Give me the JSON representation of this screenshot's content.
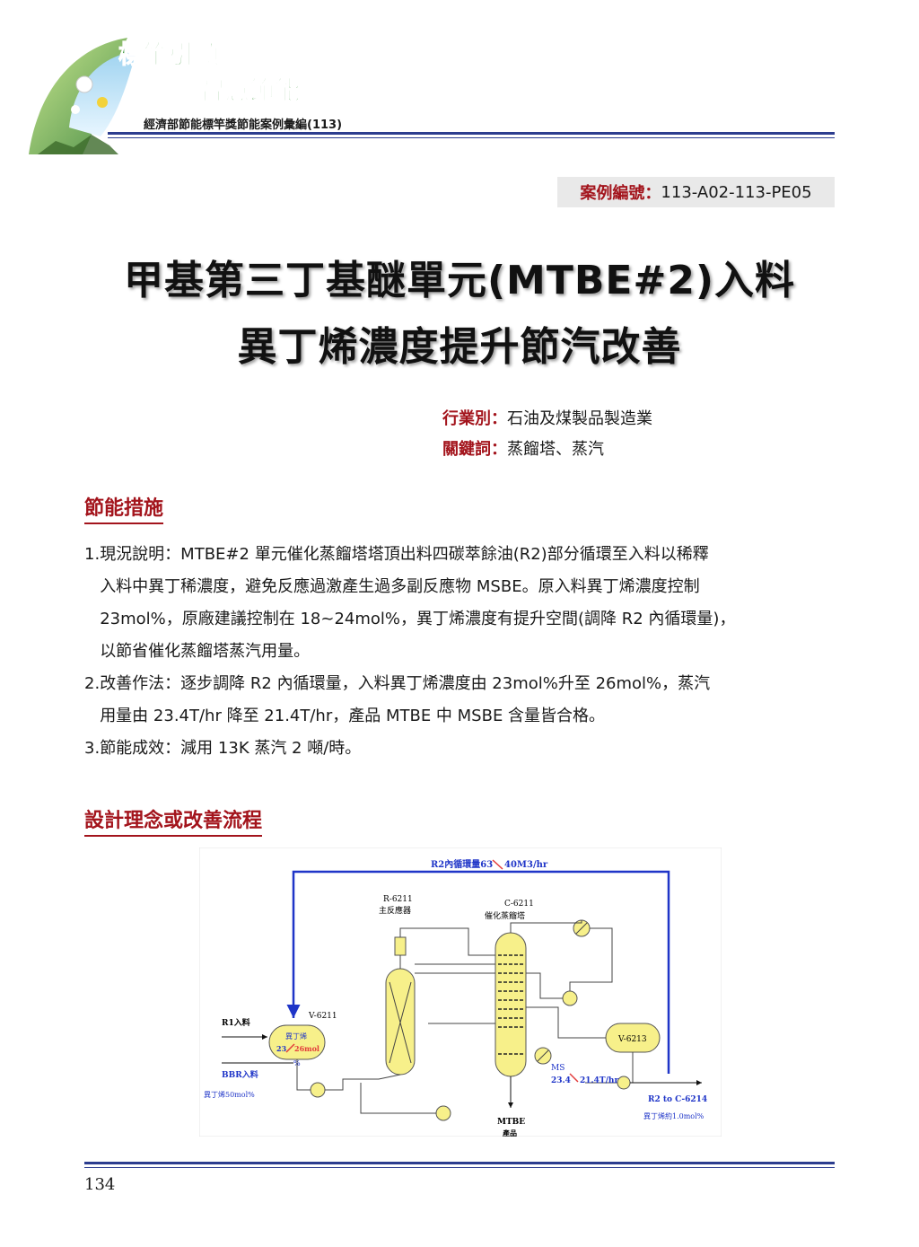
{
  "header": {
    "logo_line1": "標竿引領",
    "logo_line2": "智慧節能",
    "subtitle": "經濟部節能標竿獎節能案例彙編(113)"
  },
  "case": {
    "label": "案例編號：",
    "value": "113-A02-113-PE05"
  },
  "title": {
    "line1": "甲基第三丁基醚單元(MTBE#2)入料",
    "line2": "異丁烯濃度提升節汽改善"
  },
  "meta": {
    "industry_label": "行業別：",
    "industry_value": "石油及煤製品製造業",
    "keywords_label": "關鍵詞：",
    "keywords_value": "蒸餾塔、蒸汽"
  },
  "sections": {
    "measures": "節能措施",
    "design": "設計理念或改善流程"
  },
  "items": [
    {
      "num": "1.",
      "lines": [
        "現況說明：MTBE#2 單元催化蒸餾塔塔頂出料四碳萃餘油(R2)部分循環至入料以稀釋",
        "入料中異丁稀濃度，避免反應過激產生過多副反應物 MSBE。原入料異丁烯濃度控制",
        "23mol%，原廠建議控制在 18~24mol%，異丁烯濃度有提升空間(調降 R2 內循環量)，",
        "以節省催化蒸餾塔蒸汽用量。"
      ]
    },
    {
      "num": "2.",
      "lines": [
        "改善作法：逐步調降 R2 內循環量，入料異丁烯濃度由 23mol%升至 26mol%，蒸汽",
        "用量由 23.4T/hr 降至 21.4T/hr，產品 MTBE 中 MSBE 含量皆合格。"
      ]
    },
    {
      "num": "3.",
      "lines": [
        "節能成效：減用 13K 蒸汽 2 噸/時。"
      ]
    }
  ],
  "diagram": {
    "recycle_label_a": "R2內循環量63",
    "recycle_label_b": "40M3/hr",
    "reactor_tag": "R-6211",
    "reactor_name": "主反應器",
    "column_tag": "C-6211",
    "column_name": "催化蒸餾塔",
    "drum_tag": "V-6211",
    "drum_content": "異丁烯",
    "drum_value_a": "23",
    "drum_value_b": "26mol",
    "drum_value_unit": "%",
    "r1_label": "R1入料",
    "bbr_label": "BBR入料",
    "bbr_note": "異丁烯50mol%",
    "v6213_tag": "V-6213",
    "ms_label": "MS",
    "steam_a": "23.4",
    "steam_b": "21.4T/hr",
    "r2_label": "R2 to C-6214",
    "r2_note": "異丁烯約1.0mol%",
    "mtbe_label": "MTBE",
    "product_label": "產品"
  },
  "page_number": "134"
}
